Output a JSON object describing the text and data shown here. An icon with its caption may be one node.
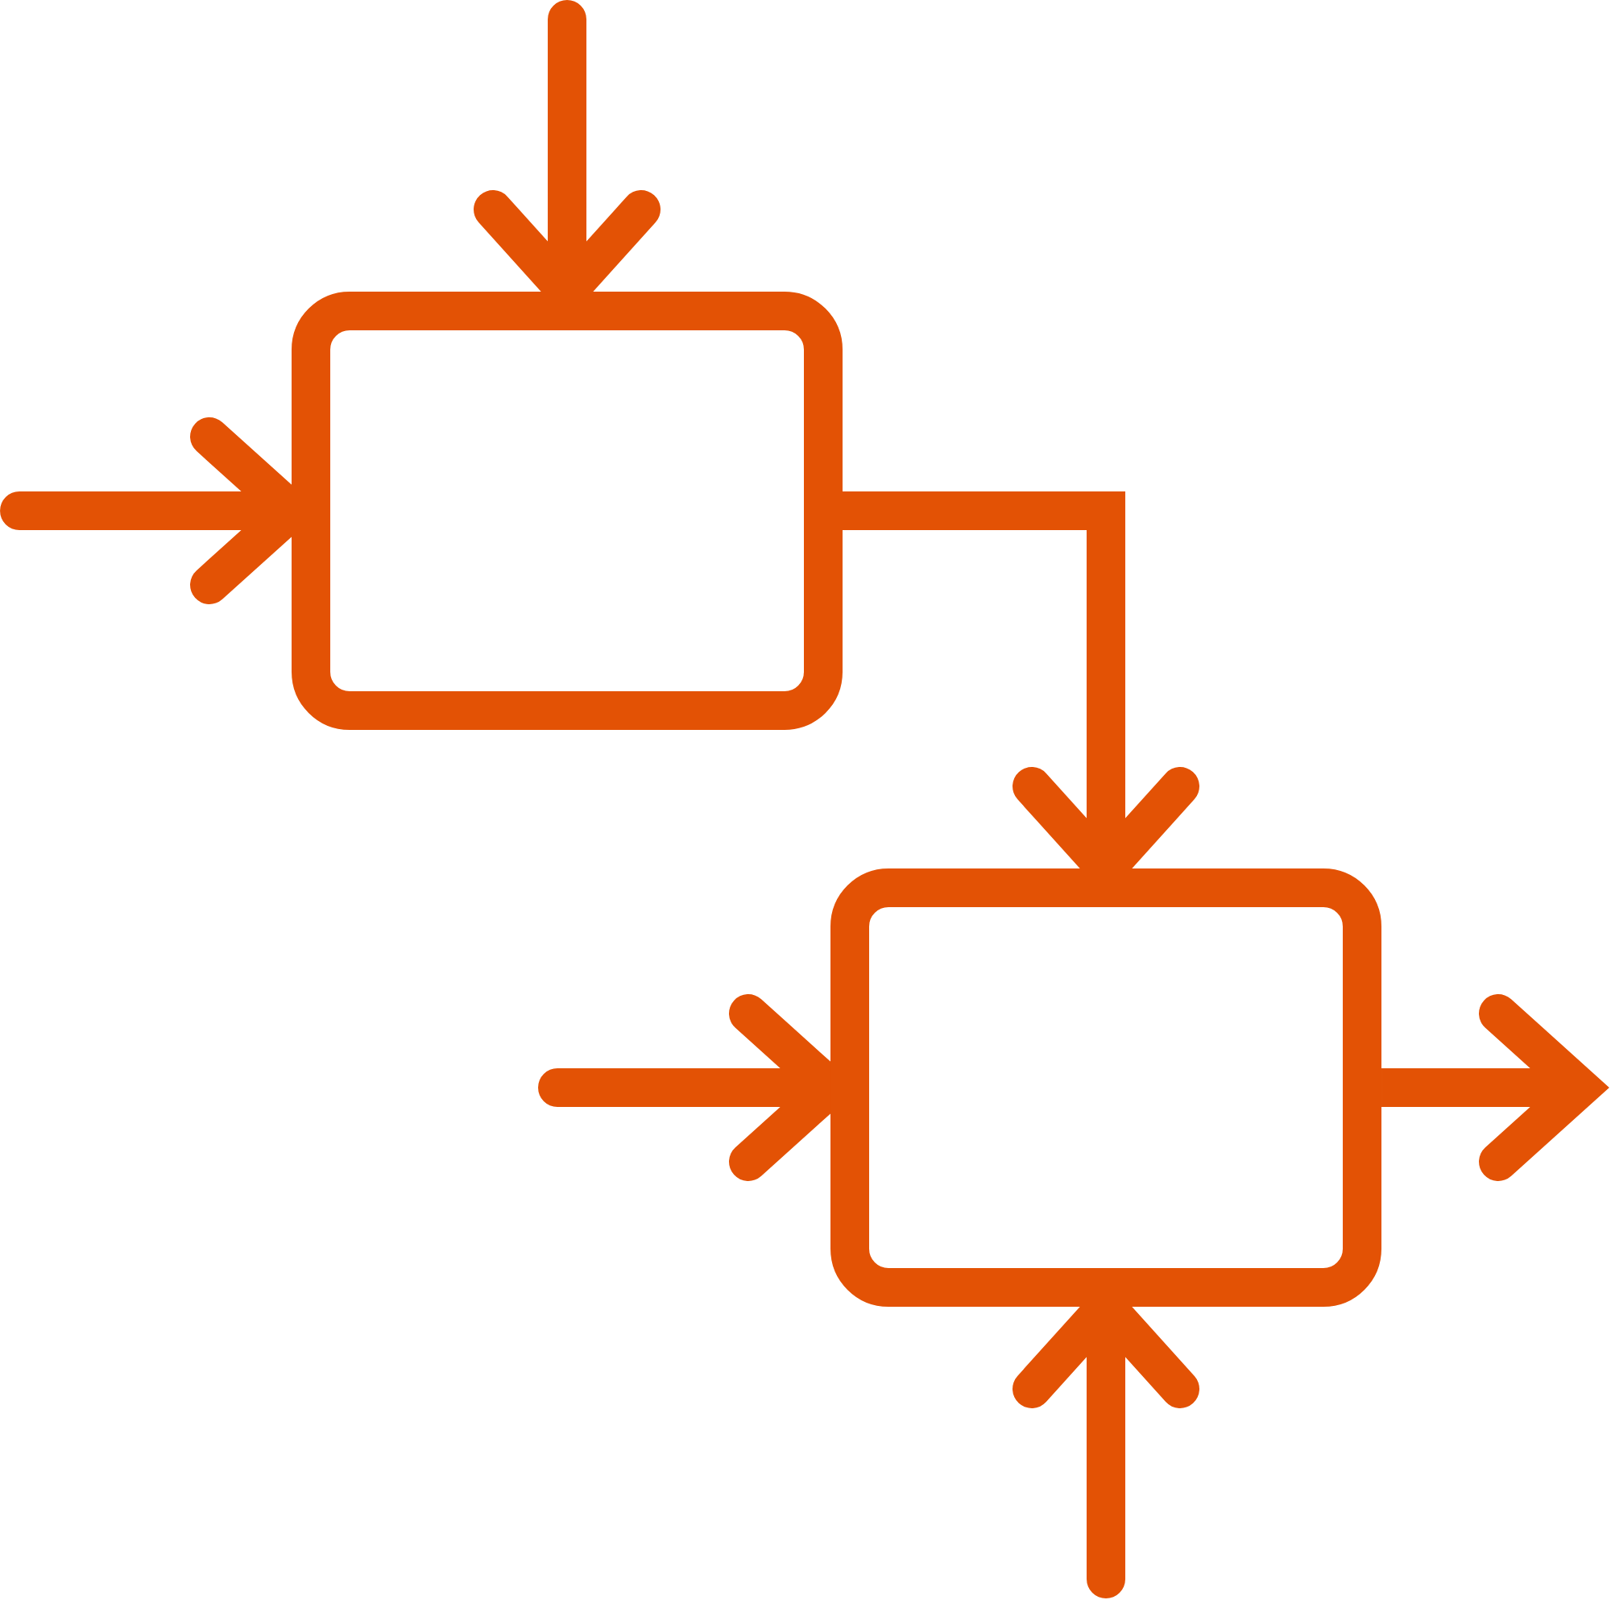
{
  "diagram": {
    "nodes": [
      {
        "text": [],
        "shape": "box"
      },
      {
        "text": [],
        "shape": "box"
      }
    ],
    "edges": [
      {
        "from": null,
        "to": 0,
        "arrow": "to"
      },
      {
        "from": null,
        "to": 0,
        "arrow": "to"
      },
      {
        "from": 0,
        "to": 1,
        "arrow": "to"
      },
      {
        "from": null,
        "to": 1,
        "arrow": "to"
      },
      {
        "from": 1,
        "to": null,
        "arrow": "to"
      },
      {
        "from": null,
        "to": 1,
        "arrow": "to"
      }
    ]
  }
}
